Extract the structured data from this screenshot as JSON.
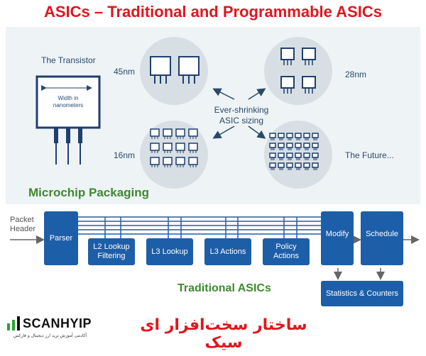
{
  "title": "ASICs – Traditional and Programmable ASICs",
  "transistor": {
    "heading": "The Transistor",
    "width_label_1": "Width in",
    "width_label_2": "nanometers"
  },
  "nodes": {
    "n45": "45nm",
    "n28": "28nm",
    "n16": "16nm",
    "future": "The Future..."
  },
  "center_text": {
    "line1": "Ever-shrinking",
    "line2": "ASIC sizing"
  },
  "microchip_label": "Microchip Packaging",
  "pipeline": {
    "input_line1": "Packet",
    "input_line2": "Header",
    "parser": "Parser",
    "l2_line1": "L2 Lookup",
    "l2_line2": "Filtering",
    "l3_lookup": "L3 Lookup",
    "l3_actions": "L3 Actions",
    "policy_line1": "Policy",
    "policy_line2": "Actions",
    "modify": "Modify",
    "schedule": "Schedule",
    "stats": "Statistics & Counters"
  },
  "traditional_label": "Traditional ASICs",
  "farsi_caption": "ساختار سخت‌افزار ای سیک",
  "logo": {
    "name": "SCANHYIP",
    "subtitle": "آکادمی آموزش ترید ارز دیجیتال و فارکس"
  },
  "colors": {
    "title_red": "#e0161c",
    "pipeline_blue": "#1d5ea8",
    "label_green": "#3d8a2e",
    "panel_bg": "#eef3f6",
    "circle_gray": "#d8dfe4",
    "chip_navy": "#1f3f6e"
  }
}
